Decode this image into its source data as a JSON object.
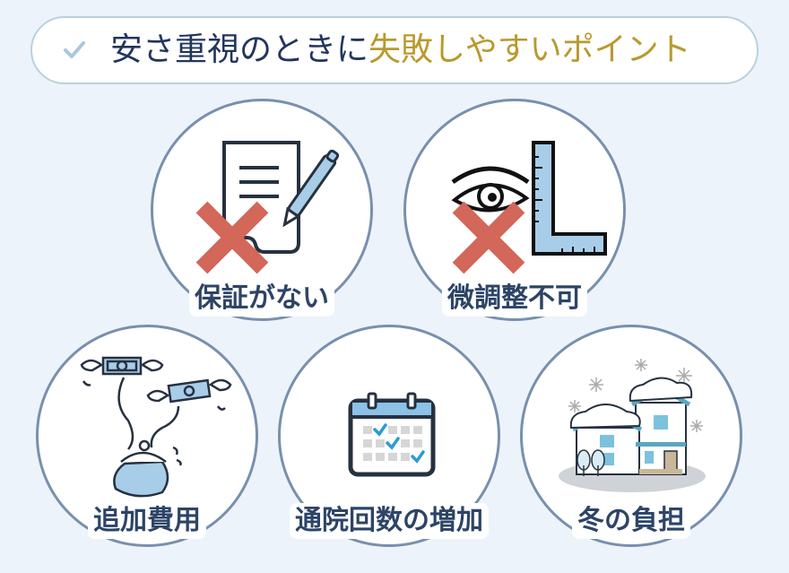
{
  "header": {
    "check_icon": "checkmark-icon",
    "title_part1": "安さ重視のときに",
    "title_part2": "失敗しやすいポイント",
    "colors": {
      "title_dark": "#22355c",
      "title_gold": "#b89a2e",
      "check": "#a9c7de",
      "pill_border": "#b9d0e2"
    }
  },
  "points": [
    {
      "label": "保証がない",
      "icon": "document-pen-cross-icon"
    },
    {
      "label": "微調整不可",
      "icon": "eye-ruler-cross-icon"
    },
    {
      "label": "追加費用",
      "icon": "flying-money-purse-icon"
    },
    {
      "label": "通院回数の増加",
      "icon": "calendar-check-icon"
    },
    {
      "label": "冬の負担",
      "icon": "snowy-house-icon"
    }
  ],
  "colors": {
    "background": "#edf3fa",
    "circle_border": "#7890ad",
    "label": "#2d4466",
    "cross": "#d2675a",
    "accent_blue": "#a8cde8"
  }
}
